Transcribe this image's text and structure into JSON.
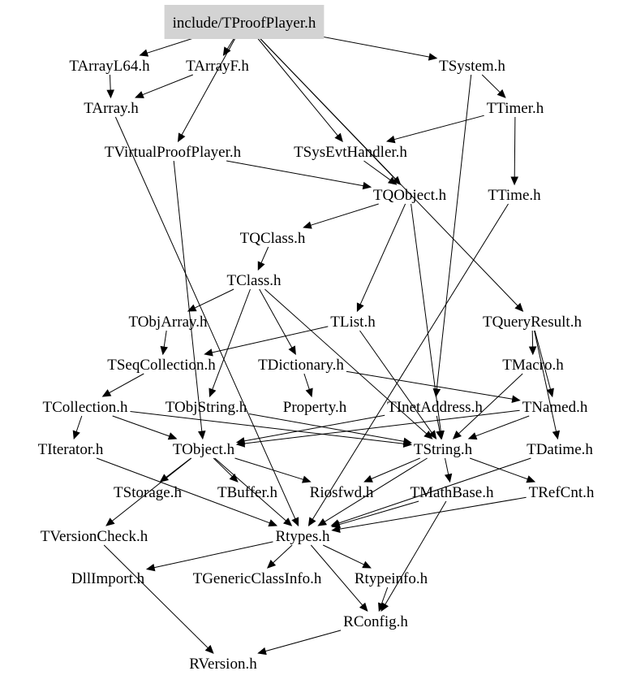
{
  "diagram": {
    "root_fill": "#d3d3d3",
    "nodes": [
      {
        "id": "root",
        "label": "include/TProofPlayer.h",
        "highlight": true
      },
      {
        "id": "TArrayL64",
        "label": "TArrayL64.h"
      },
      {
        "id": "TArrayF",
        "label": "TArrayF.h"
      },
      {
        "id": "TSystem",
        "label": "TSystem.h"
      },
      {
        "id": "TArray",
        "label": "TArray.h"
      },
      {
        "id": "TTimer",
        "label": "TTimer.h"
      },
      {
        "id": "TVirtualProofPlayer",
        "label": "TVirtualProofPlayer.h"
      },
      {
        "id": "TSysEvtHandler",
        "label": "TSysEvtHandler.h"
      },
      {
        "id": "TQObject",
        "label": "TQObject.h"
      },
      {
        "id": "TTime",
        "label": "TTime.h"
      },
      {
        "id": "TQClass",
        "label": "TQClass.h"
      },
      {
        "id": "TClass",
        "label": "TClass.h"
      },
      {
        "id": "TObjArray",
        "label": "TObjArray.h"
      },
      {
        "id": "TList",
        "label": "TList.h"
      },
      {
        "id": "TQueryResult",
        "label": "TQueryResult.h"
      },
      {
        "id": "TSeqCollection",
        "label": "TSeqCollection.h"
      },
      {
        "id": "TDictionary",
        "label": "TDictionary.h"
      },
      {
        "id": "TMacro",
        "label": "TMacro.h"
      },
      {
        "id": "TCollection",
        "label": "TCollection.h"
      },
      {
        "id": "TObjString",
        "label": "TObjString.h"
      },
      {
        "id": "Property",
        "label": "Property.h"
      },
      {
        "id": "TInetAddress",
        "label": "TInetAddress.h"
      },
      {
        "id": "TNamed",
        "label": "TNamed.h"
      },
      {
        "id": "TIterator",
        "label": "TIterator.h"
      },
      {
        "id": "TObject",
        "label": "TObject.h"
      },
      {
        "id": "TString",
        "label": "TString.h"
      },
      {
        "id": "TDatime",
        "label": "TDatime.h"
      },
      {
        "id": "TStorage",
        "label": "TStorage.h"
      },
      {
        "id": "TBuffer",
        "label": "TBuffer.h"
      },
      {
        "id": "Riosfwd",
        "label": "Riosfwd.h"
      },
      {
        "id": "TMathBase",
        "label": "TMathBase.h"
      },
      {
        "id": "TRefCnt",
        "label": "TRefCnt.h"
      },
      {
        "id": "TVersionCheck",
        "label": "TVersionCheck.h"
      },
      {
        "id": "Rtypes",
        "label": "Rtypes.h"
      },
      {
        "id": "DllImport",
        "label": "DllImport.h"
      },
      {
        "id": "TGenericClassInfo",
        "label": "TGenericClassInfo.h"
      },
      {
        "id": "Rtypeinfo",
        "label": "Rtypeinfo.h"
      },
      {
        "id": "RConfig",
        "label": "RConfig.h"
      },
      {
        "id": "RVersion",
        "label": "RVersion.h"
      }
    ],
    "edges": [
      [
        "root",
        "TArrayL64"
      ],
      [
        "root",
        "TArrayF"
      ],
      [
        "root",
        "TSystem"
      ],
      [
        "root",
        "TVirtualProofPlayer"
      ],
      [
        "root",
        "TSysEvtHandler"
      ],
      [
        "root",
        "TQObject"
      ],
      [
        "root",
        "TQueryResult"
      ],
      [
        "TArrayL64",
        "TArray"
      ],
      [
        "TArrayF",
        "TArray"
      ],
      [
        "TArray",
        "Rtypes"
      ],
      [
        "TSystem",
        "TTimer"
      ],
      [
        "TSystem",
        "TInetAddress"
      ],
      [
        "TTimer",
        "TSysEvtHandler"
      ],
      [
        "TTimer",
        "TTime"
      ],
      [
        "TVirtualProofPlayer",
        "TQObject"
      ],
      [
        "TVirtualProofPlayer",
        "TObject"
      ],
      [
        "TSysEvtHandler",
        "TQObject"
      ],
      [
        "TQObject",
        "TQClass"
      ],
      [
        "TQObject",
        "TList"
      ],
      [
        "TQObject",
        "TString"
      ],
      [
        "TTime",
        "Rtypes"
      ],
      [
        "TQClass",
        "TClass"
      ],
      [
        "TClass",
        "TObjArray"
      ],
      [
        "TClass",
        "TDictionary"
      ],
      [
        "TClass",
        "TObjString"
      ],
      [
        "TClass",
        "TString"
      ],
      [
        "TObjArray",
        "TSeqCollection"
      ],
      [
        "TList",
        "TSeqCollection"
      ],
      [
        "TList",
        "TString"
      ],
      [
        "TQueryResult",
        "TMacro"
      ],
      [
        "TQueryResult",
        "TDatime"
      ],
      [
        "TQueryResult",
        "TNamed"
      ],
      [
        "TSeqCollection",
        "TCollection"
      ],
      [
        "TDictionary",
        "Property"
      ],
      [
        "TDictionary",
        "TNamed"
      ],
      [
        "TMacro",
        "TString"
      ],
      [
        "TCollection",
        "TIterator"
      ],
      [
        "TCollection",
        "TObject"
      ],
      [
        "TCollection",
        "TString"
      ],
      [
        "TObjString",
        "TString"
      ],
      [
        "TInetAddress",
        "TObject"
      ],
      [
        "TInetAddress",
        "TString"
      ],
      [
        "TNamed",
        "TObject"
      ],
      [
        "TNamed",
        "TString"
      ],
      [
        "TObject",
        "TStorage"
      ],
      [
        "TObject",
        "TBuffer"
      ],
      [
        "TObject",
        "Riosfwd"
      ],
      [
        "TObject",
        "TVersionCheck"
      ],
      [
        "TObject",
        "Rtypes"
      ],
      [
        "TString",
        "Riosfwd"
      ],
      [
        "TString",
        "TMathBase"
      ],
      [
        "TString",
        "TRefCnt"
      ],
      [
        "TString",
        "Rtypes"
      ],
      [
        "TDatime",
        "Rtypes"
      ],
      [
        "TIterator",
        "Rtypes"
      ],
      [
        "TMathBase",
        "Rtypes"
      ],
      [
        "TMathBase",
        "RConfig"
      ],
      [
        "TRefCnt",
        "Rtypes"
      ],
      [
        "Rtypes",
        "DllImport"
      ],
      [
        "Rtypes",
        "TGenericClassInfo"
      ],
      [
        "Rtypes",
        "Rtypeinfo"
      ],
      [
        "Rtypes",
        "RConfig"
      ],
      [
        "Rtypeinfo",
        "RConfig"
      ],
      [
        "TVersionCheck",
        "RVersion"
      ],
      [
        "RConfig",
        "RVersion"
      ]
    ]
  }
}
